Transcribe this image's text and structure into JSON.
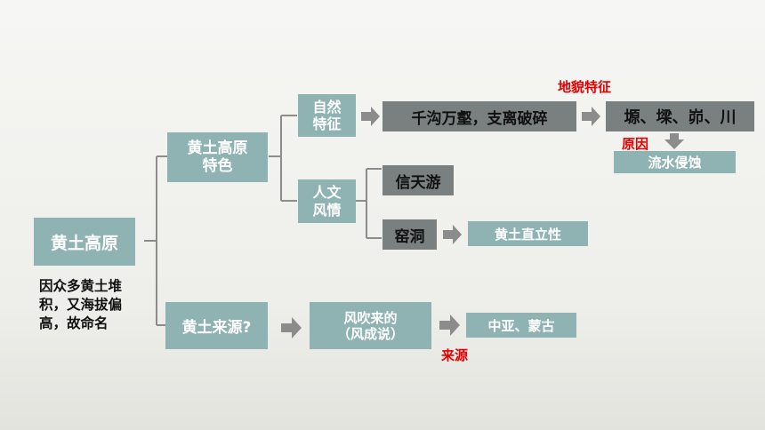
{
  "nodes": {
    "loess_plateau": "黄土高原",
    "features": {
      "line1": "黄土高原",
      "line2": "特色"
    },
    "natural": {
      "line1": "自然",
      "line2": "特征"
    },
    "culture": {
      "line1": "人文",
      "line2": "风情"
    },
    "ravines": "千沟万壑，支离破碎",
    "landforms": "塬、墚、峁、川",
    "erosion": "流水侵蚀",
    "xintianyou": "信天游",
    "cave_dwelling": "窑洞",
    "vertical": "黄土直立性",
    "origin_question": "黄土来源?",
    "wind_blown": {
      "line1": "风吹来的",
      "line2": "（风成说）"
    },
    "central_asia": "中亚、蒙古"
  },
  "notes": {
    "name_origin": "因众多黄土堆积，又海拔偏高，故命名"
  },
  "annotations": {
    "landform_features": "地貌特征",
    "cause": "原因",
    "source": "来源"
  },
  "colors": {
    "teal_box": "#8fb3b3",
    "gray_box": "#7a807f",
    "annotation_red": "#e30000",
    "connector": "#8c8c8c"
  }
}
